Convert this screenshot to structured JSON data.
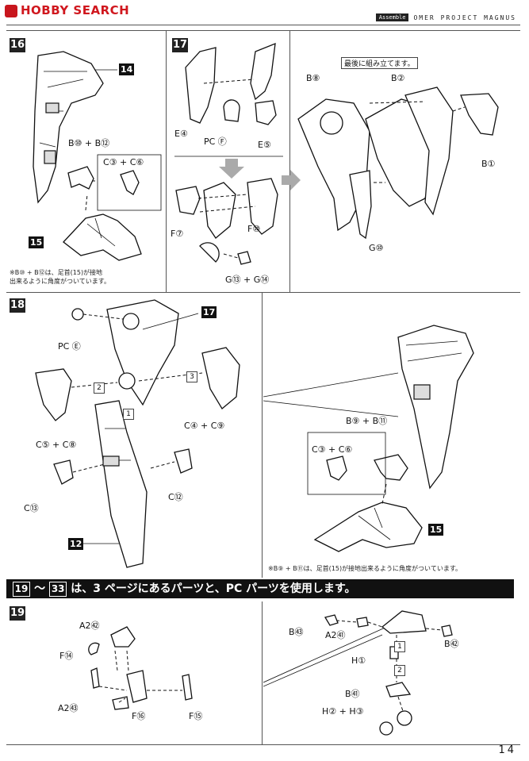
{
  "header": {
    "site": "HOBBY SEARCH",
    "tag": "Assemble",
    "title": "OMER PROJECT MAGNUS"
  },
  "steps": {
    "s16": "16",
    "s17": "17",
    "s18": "18",
    "s19": "19"
  },
  "step16": {
    "ref14": "14",
    "ref15": "15",
    "combo_a": "B⑩ + B⑫",
    "combo_b": "C③ + C⑥",
    "note": "※B⑩ + B⑫は、足首(15)が接地\n出来るように角度がついています。"
  },
  "step17": {
    "e4": "E④",
    "pcf": "PC Ⓕ",
    "e5": "E⑤",
    "f7": "F⑦",
    "f10": "F⑩",
    "g": "G⑬ + G⑭"
  },
  "step17b": {
    "tip": "最後に組み立てます。",
    "b8": "B⑧",
    "b2": "B②",
    "b1": "B①",
    "g10": "G⑩"
  },
  "step18": {
    "ref17": "17",
    "ref12": "12",
    "pce": "PC Ⓔ",
    "c4c9": "C④ + C⑨",
    "c5c8": "C⑤ + C⑧",
    "c13": "C⑬",
    "c12": "C⑫",
    "n1": "1",
    "n2": "2",
    "n3": "3"
  },
  "step18b": {
    "b9b11": "B⑨ + B⑪",
    "c3c6": "C③ + C⑥",
    "ref15": "15",
    "note": "※B⑨ + B⑪は、足首(15)が接地出来るように角度がついています。"
  },
  "banner": {
    "from": "19",
    "sep": "～",
    "to": "33",
    "text": "は、3 ページにあるパーツと、PC パーツを使用します。"
  },
  "step19": {
    "a242": "A2㊷",
    "f14": "F⑭",
    "a243": "A2㊸",
    "f16": "F⑯",
    "f15": "F⑮"
  },
  "step19b": {
    "b43": "B㊸",
    "a241": "A2㊶",
    "b42": "B㊷",
    "h1": "H①",
    "b41": "B㊶",
    "h2h3": "H② + H③",
    "n1": "1",
    "n2": "2"
  },
  "footer": {
    "page": "14"
  }
}
